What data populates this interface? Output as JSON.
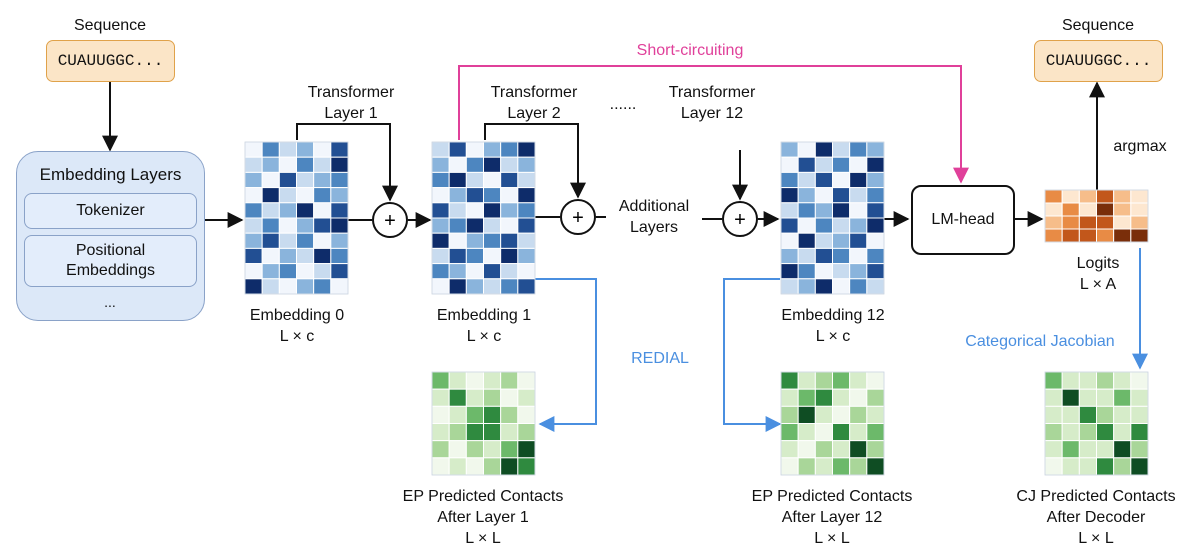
{
  "colors": {
    "short_circuit": "#e0409a",
    "redial": "#4a8fe0",
    "sequence_fill": "#fbe5c7",
    "sequence_border": "#e0a24a",
    "embedding_panel": "#dce8f8",
    "blues": [
      "#f2f6fc",
      "#c8dbef",
      "#8ab4dc",
      "#4d86c0",
      "#224f93",
      "#0e2c6a"
    ],
    "greens": [
      "#f1f8ec",
      "#d6ecc9",
      "#a9d699",
      "#6cb96a",
      "#2f8a3f",
      "#0f4d23"
    ],
    "oranges": [
      "#fde7d0",
      "#f6bd8a",
      "#e88b45",
      "#c2571b",
      "#7a2e0a"
    ]
  },
  "input_sequence": {
    "title": "Sequence",
    "value": "CUAUUGGC..."
  },
  "output_sequence": {
    "title": "Sequence",
    "value": "CUAUUGGC..."
  },
  "embedding_layers": {
    "title": "Embedding Layers",
    "tokenizer": "Tokenizer",
    "positional_line1": "Positional",
    "positional_line2": "Embeddings",
    "ellipsis": "..."
  },
  "transformer_layers": [
    {
      "line1": "Transformer",
      "line2": "Layer 1"
    },
    {
      "line1": "Transformer",
      "line2": "Layer 2"
    },
    {
      "line1": "Transformer",
      "line2": "Layer 12"
    }
  ],
  "dots": "......",
  "additional_layers": {
    "line1": "Additional",
    "line2": "Layers"
  },
  "embeddings": [
    {
      "name": "Embedding 0",
      "dims": "L × c"
    },
    {
      "name": "Embedding 1",
      "dims": "L × c"
    },
    {
      "name": "Embedding 12",
      "dims": "L × c"
    }
  ],
  "plus_symbol": "+",
  "short_circuit_label": "Short-circuiting",
  "redial_label": "REDIAL",
  "categorical_jacobian_label": "Categorical Jacobian",
  "lm_head": "LM-head",
  "argmax": "argmax",
  "logits": {
    "name": "Logits",
    "dims": "L × A"
  },
  "contacts": [
    {
      "line1": "EP Predicted Contacts",
      "line2": "After Layer 1",
      "dims": "L × L"
    },
    {
      "line1": "EP Predicted Contacts",
      "line2": "After Layer 12",
      "dims": "L × L"
    },
    {
      "line1": "CJ Predicted Contacts",
      "line2": "After Decoder",
      "dims": "L × L"
    }
  ],
  "matrices": {
    "embedding0": [
      [
        0,
        3,
        1,
        2,
        0,
        4
      ],
      [
        1,
        2,
        0,
        3,
        1,
        5
      ],
      [
        2,
        0,
        4,
        1,
        2,
        3
      ],
      [
        0,
        5,
        1,
        0,
        3,
        2
      ],
      [
        3,
        1,
        2,
        5,
        0,
        4
      ],
      [
        1,
        3,
        0,
        2,
        4,
        5
      ],
      [
        2,
        4,
        1,
        3,
        0,
        2
      ],
      [
        4,
        0,
        2,
        1,
        5,
        3
      ],
      [
        0,
        2,
        3,
        0,
        1,
        4
      ],
      [
        5,
        1,
        0,
        2,
        3,
        0
      ]
    ],
    "embedding1": [
      [
        1,
        4,
        0,
        2,
        3,
        5
      ],
      [
        2,
        0,
        3,
        5,
        1,
        2
      ],
      [
        3,
        5,
        1,
        0,
        4,
        1
      ],
      [
        0,
        2,
        4,
        3,
        0,
        5
      ],
      [
        4,
        1,
        0,
        5,
        2,
        3
      ],
      [
        2,
        3,
        5,
        1,
        0,
        4
      ],
      [
        5,
        0,
        2,
        3,
        4,
        1
      ],
      [
        1,
        4,
        3,
        0,
        5,
        2
      ],
      [
        3,
        2,
        0,
        4,
        1,
        0
      ],
      [
        0,
        5,
        2,
        1,
        3,
        4
      ]
    ],
    "embedding12": [
      [
        2,
        0,
        5,
        1,
        3,
        2
      ],
      [
        0,
        4,
        1,
        3,
        0,
        5
      ],
      [
        3,
        1,
        4,
        0,
        5,
        2
      ],
      [
        5,
        2,
        0,
        4,
        1,
        3
      ],
      [
        1,
        3,
        2,
        5,
        0,
        4
      ],
      [
        4,
        0,
        3,
        1,
        2,
        5
      ],
      [
        0,
        5,
        1,
        2,
        4,
        0
      ],
      [
        2,
        1,
        4,
        3,
        0,
        3
      ],
      [
        5,
        3,
        0,
        1,
        2,
        4
      ],
      [
        1,
        2,
        5,
        0,
        3,
        1
      ]
    ],
    "contacts1": [
      [
        3,
        1,
        0,
        1,
        2,
        0
      ],
      [
        1,
        4,
        1,
        2,
        0,
        1
      ],
      [
        0,
        1,
        3,
        4,
        2,
        0
      ],
      [
        1,
        2,
        4,
        4,
        1,
        2
      ],
      [
        2,
        0,
        2,
        1,
        3,
        5
      ],
      [
        0,
        1,
        0,
        2,
        5,
        4
      ]
    ],
    "contacts12": [
      [
        4,
        1,
        2,
        3,
        1,
        0
      ],
      [
        1,
        3,
        4,
        1,
        0,
        2
      ],
      [
        2,
        5,
        1,
        0,
        2,
        1
      ],
      [
        3,
        1,
        0,
        4,
        1,
        3
      ],
      [
        1,
        0,
        2,
        1,
        5,
        2
      ],
      [
        0,
        2,
        1,
        3,
        2,
        5
      ]
    ],
    "contactsCJ": [
      [
        3,
        1,
        1,
        2,
        1,
        0
      ],
      [
        1,
        5,
        1,
        1,
        3,
        1
      ],
      [
        1,
        1,
        4,
        2,
        1,
        1
      ],
      [
        2,
        1,
        2,
        4,
        1,
        4
      ],
      [
        1,
        3,
        1,
        1,
        5,
        2
      ],
      [
        0,
        1,
        1,
        4,
        2,
        5
      ]
    ],
    "logits": [
      [
        2,
        0,
        1,
        3,
        1,
        0
      ],
      [
        0,
        2,
        0,
        4,
        1,
        0
      ],
      [
        1,
        2,
        3,
        3,
        0,
        1
      ],
      [
        2,
        3,
        3,
        2,
        4,
        4
      ]
    ]
  }
}
